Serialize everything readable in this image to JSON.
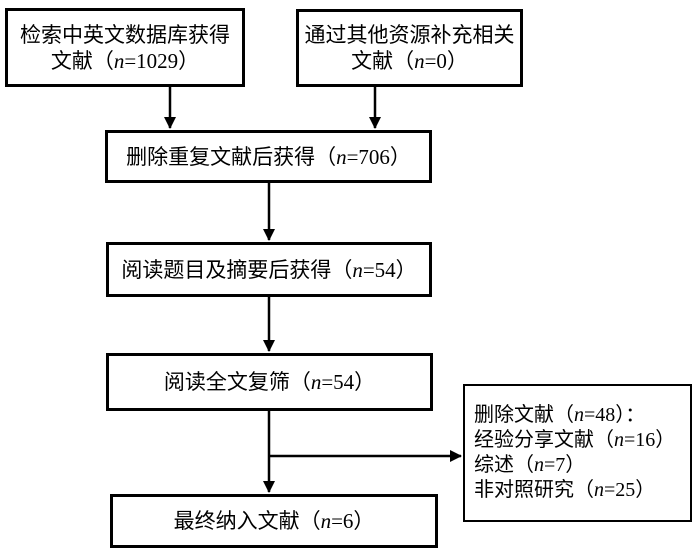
{
  "diagram": {
    "title_semantic": "literature-screening-flowchart",
    "background_color": "#ffffff",
    "line_color": "#000000",
    "boxes": {
      "database_search": {
        "line1": "检索中英文数据库获得",
        "line2": "文献（n=1029）"
      },
      "other_sources": {
        "line1": "通过其他资源补充相关",
        "line2": "文献（n=0）"
      },
      "after_dedup": {
        "label": "删除重复文献后获得（n=706）"
      },
      "after_title_abstract": {
        "label": "阅读题目及摘要后获得（n=54）"
      },
      "fulltext_rescreen": {
        "label": "阅读全文复筛（n=54）"
      },
      "excluded": {
        "lines": [
          "删除文献（n=48）：",
          "经验分享文献（n=16）",
          "综述（n=7）",
          "非对照研究（n=25）"
        ]
      },
      "final_included": {
        "label": "最终纳入文献（n=6）"
      }
    }
  }
}
